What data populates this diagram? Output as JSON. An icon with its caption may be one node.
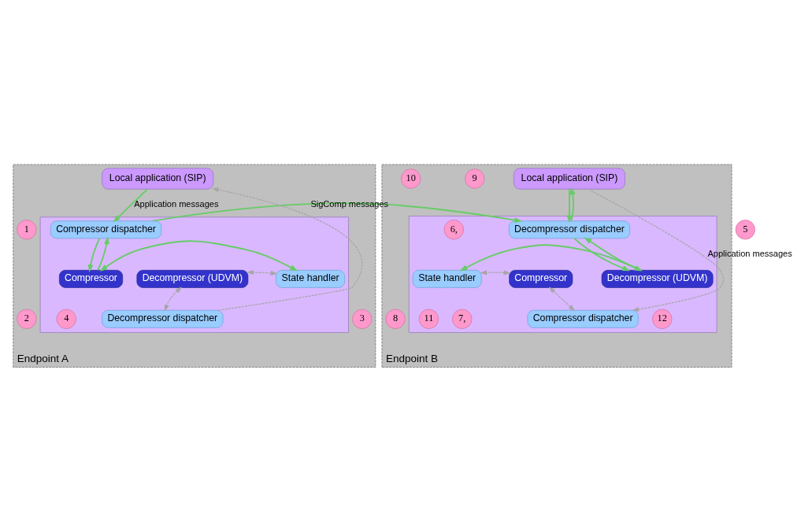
{
  "diagram": {
    "nodes": [
      {
        "text": [
          "Endpoint A"
        ]
      },
      {
        "text": [
          "Local application (SIP)"
        ],
        "in": 0
      },
      {
        "text": [],
        "shape": "box",
        "in": 0
      },
      {
        "text": [
          "Compressor dispatcher"
        ],
        "in": 2
      },
      {
        "text": [
          "Decompressor dispatcher"
        ],
        "in": 2
      },
      {
        "text": [
          "Compressor"
        ],
        "in": 2
      },
      {
        "text": [
          "State handler"
        ],
        "in": 2
      },
      {
        "text": [
          "Decompressor (UDVM)"
        ],
        "in": 2
      },
      {
        "text": [
          "1"
        ],
        "in": 0
      },
      {
        "text": [
          "2"
        ],
        "in": 0
      },
      {
        "text": [
          "3"
        ],
        "in": 0
      },
      {
        "text": [
          "4"
        ],
        "in": 2
      },
      {
        "text": [
          "Endpoint B"
        ]
      },
      {
        "text": [
          "Local application (SIP)"
        ],
        "in": 12
      },
      {
        "text": [],
        "shape": "box",
        "in": 12
      },
      {
        "text": [
          "Compressor dispatcher"
        ],
        "in": 14
      },
      {
        "text": [
          "Decompressor dispatcher"
        ],
        "in": 14
      },
      {
        "text": [
          "Compressor"
        ],
        "in": 14
      },
      {
        "text": [
          "State handler"
        ],
        "in": 14
      },
      {
        "text": [
          "Decompressor (UDVM)"
        ],
        "in": 14
      },
      {
        "text": [
          "5"
        ]
      },
      {
        "text": [
          "9"
        ],
        "in": 12
      },
      {
        "text": [
          "10"
        ],
        "in": 12
      },
      {
        "text": [
          "6,"
        ],
        "in": 14
      },
      {
        "text": [
          "11"
        ],
        "in": 14
      },
      {
        "text": [
          "8"
        ],
        "in": 12
      },
      {
        "text": [
          "7,"
        ],
        "in": 14
      },
      {
        "text": [
          "12"
        ],
        "in": 14
      }
    ],
    "edges": [
      {
        "from": 1,
        "to": 3,
        "arrow": "to",
        "label": "Application messages"
      },
      {
        "from": 3,
        "to": 5,
        "arrow": "to"
      },
      {
        "from": 5,
        "to": 3,
        "arrow": "to"
      },
      {
        "from": 5,
        "to": 6,
        "arrow": "both"
      },
      {
        "from": 6,
        "to": 7,
        "arrow": "both",
        "style": "dashed",
        "color": "#a6a6a6"
      },
      {
        "from": 7,
        "to": 4,
        "arrow": "both",
        "style": "dashed",
        "color": "#a6a6a6"
      },
      {
        "from": 4,
        "to": 1,
        "arrow": "to",
        "style": "dashed",
        "color": "#a6a6a6"
      },
      {
        "from": 3,
        "to": 16,
        "arrow": "to",
        "label": "SigComp messages"
      },
      {
        "from": 13,
        "to": 15,
        "arrow": "to",
        "label": "Application messages",
        "style": "dashed",
        "color": "#a6a6a6"
      },
      {
        "from": 15,
        "to": 17,
        "arrow": "both",
        "style": "dashed",
        "color": "#a6a6a6"
      },
      {
        "from": 17,
        "to": 18,
        "arrow": "both",
        "style": "dashed",
        "color": "#a6a6a6"
      },
      {
        "from": 18,
        "to": 19,
        "arrow": "both"
      },
      {
        "from": 16,
        "to": 19,
        "arrow": "to"
      },
      {
        "from": 19,
        "to": 16,
        "arrow": "to"
      },
      {
        "from": 16,
        "to": 13,
        "arrow": "to"
      },
      {
        "from": 13,
        "to": 16,
        "arrow": "to"
      }
    ]
  }
}
